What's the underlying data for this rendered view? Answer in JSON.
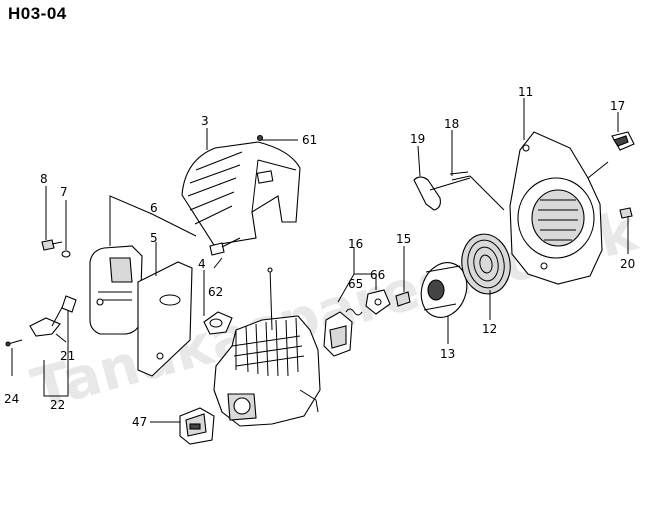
{
  "page": {
    "code": "H03-04"
  },
  "watermark": "Tanakaspares.co.uk",
  "callouts": {
    "c3": "3",
    "c61": "61",
    "c8": "8",
    "c7": "7",
    "c6": "6",
    "c5": "5",
    "c4": "4",
    "c62": "62",
    "c21": "21",
    "c24": "24",
    "c22": "22",
    "c47": "47",
    "c16": "16",
    "c15": "15",
    "c65": "65",
    "c66": "66",
    "c19": "19",
    "c18": "18",
    "c11": "11",
    "c17": "17",
    "c20": "20",
    "c12": "12",
    "c13": "13"
  },
  "colors": {
    "ink": "#000000",
    "watermark": "#9a9a9a",
    "shade": "#d9d9d9"
  }
}
